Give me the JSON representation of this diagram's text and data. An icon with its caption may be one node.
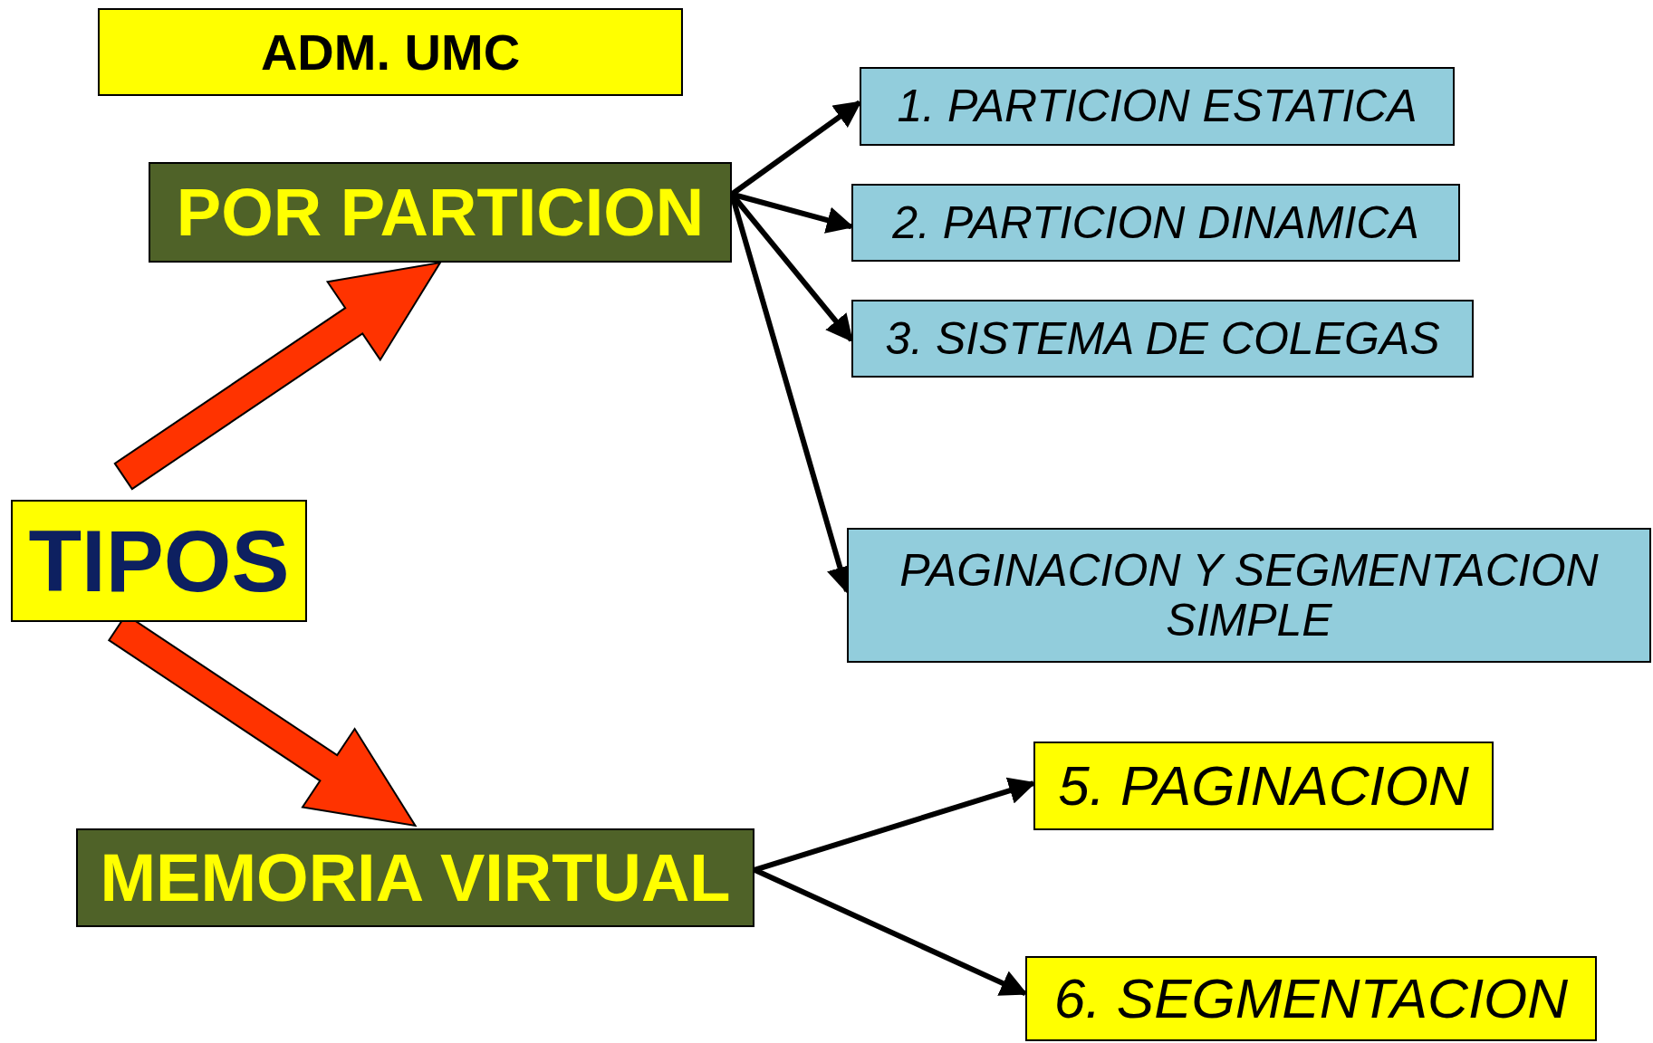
{
  "diagram": {
    "nodes": [
      {
        "text": [
          "ADM. UMC"
        ]
      },
      {
        "text": [
          "POR PARTICION"
        ]
      },
      {
        "text": [
          "1. PARTICION ESTATICA"
        ]
      },
      {
        "text": [
          "2. PARTICION DINAMICA"
        ]
      },
      {
        "text": [
          "3. SISTEMA DE COLEGAS"
        ]
      },
      {
        "text": [
          "TIPOS"
        ]
      },
      {
        "text": [
          "PAGINACION Y SEGMENTACION SIMPLE"
        ]
      },
      {
        "text": [
          "MEMORIA VIRTUAL"
        ]
      },
      {
        "text": [
          "5. PAGINACION"
        ]
      },
      {
        "text": [
          "6. SEGMENTACION"
        ]
      }
    ],
    "edges": [
      {
        "from": 5,
        "to": 1,
        "arrow": "to",
        "style": "thick",
        "color": "#ff3300"
      },
      {
        "from": 5,
        "to": 7,
        "arrow": "to",
        "style": "thick",
        "color": "#ff3300"
      },
      {
        "from": 1,
        "to": 2,
        "arrow": "to"
      },
      {
        "from": 1,
        "to": 3,
        "arrow": "to"
      },
      {
        "from": 1,
        "to": 4,
        "arrow": "to"
      },
      {
        "from": 1,
        "to": 6,
        "arrow": "to"
      },
      {
        "from": 7,
        "to": 8,
        "arrow": "to"
      },
      {
        "from": 7,
        "to": 9,
        "arrow": "to"
      }
    ]
  }
}
